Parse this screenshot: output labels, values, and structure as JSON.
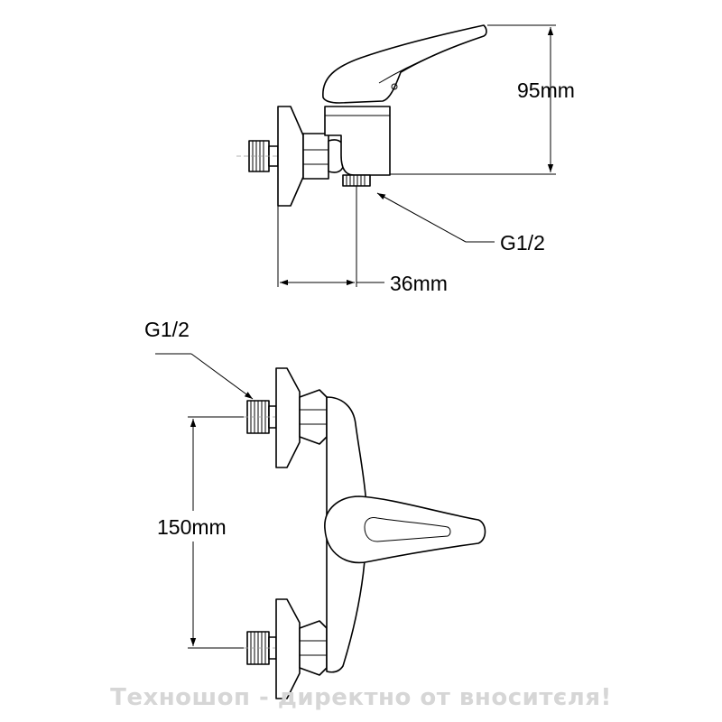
{
  "dimensions": {
    "height": "95mm",
    "offset": "36mm",
    "spacing": "150mm"
  },
  "thread_labels": {
    "side_view": "G1/2",
    "front_view": "G1/2"
  },
  "watermark": "Техношоп - директно от вноситєля!"
}
